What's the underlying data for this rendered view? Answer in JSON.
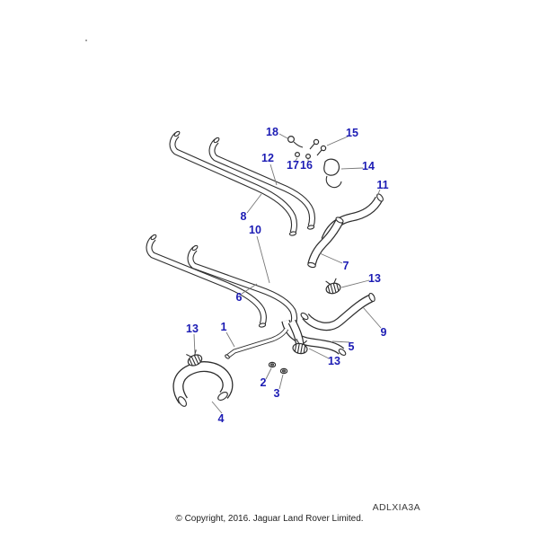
{
  "diagram": {
    "code": "ADLXIA3A",
    "callout_color": "#1c1cb4",
    "line_color": "#2e2e2e",
    "background_color": "#ffffff",
    "callouts": [
      {
        "label": "18"
      },
      {
        "label": "15"
      },
      {
        "label": "12"
      },
      {
        "label": "17"
      },
      {
        "label": "16"
      },
      {
        "label": "14"
      },
      {
        "label": "11"
      },
      {
        "label": "8"
      },
      {
        "label": "10"
      },
      {
        "label": "7"
      },
      {
        "label": "13"
      },
      {
        "label": "6"
      },
      {
        "label": "9"
      },
      {
        "label": "5"
      },
      {
        "label": "13"
      },
      {
        "label": "1"
      },
      {
        "label": "13"
      },
      {
        "label": "2"
      },
      {
        "label": "3"
      },
      {
        "label": "4"
      }
    ]
  },
  "footer": {
    "copyright": "© Copyright, 2016. Jaguar Land Rover Limited."
  }
}
